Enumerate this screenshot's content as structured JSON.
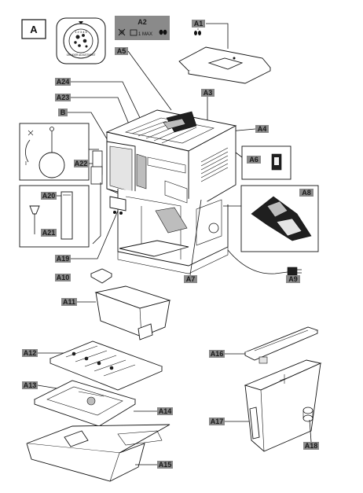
{
  "section": "A",
  "labels": {
    "A1": "A1",
    "A2": "A2",
    "A3": "A3",
    "A4": "A4",
    "A5": "A5",
    "A6": "A6",
    "A7": "A7",
    "A8": "A8",
    "A9": "A9",
    "A10": "A10",
    "A11": "A11",
    "A12": "A12",
    "A13": "A13",
    "A14": "A14",
    "A15": "A15",
    "A16": "A16",
    "A17": "A17",
    "A18": "A18",
    "A19": "A19",
    "A20": "A20",
    "A21": "A21",
    "A22": "A22",
    "A23": "A23",
    "A24": "A24",
    "B": "B"
  },
  "panel_a2": {
    "max_text": "1 MAX"
  },
  "grinder_dial": {
    "numbers": "1 2 3 4 5",
    "caption": "GRINDER ADJUSTMENT"
  },
  "colors": {
    "label_bg": "#8a8a8a",
    "line": "#111111"
  }
}
